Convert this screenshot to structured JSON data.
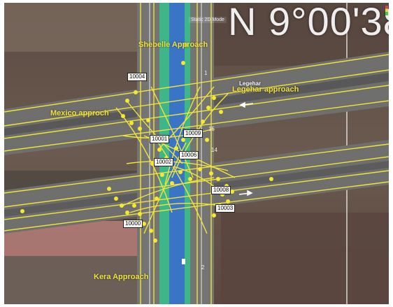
{
  "header": {
    "coordinate": "N 9°00'38",
    "mode_label": "Static 2D Mode"
  },
  "approaches": {
    "north": "Shebelle Approach",
    "east": "Legehar approach",
    "west": "Mexico approch",
    "south": "Kera Approach"
  },
  "street_label": "Legehar",
  "link_boxes": [
    "10004",
    "10009",
    "10001",
    "10006",
    "10002",
    "10008",
    "10003",
    "10000"
  ],
  "link_numbers": [
    "1",
    "15",
    "14",
    "2"
  ],
  "icons": {
    "signal": "signal-icon",
    "arrow": "direction-arrow-icon"
  },
  "colors": {
    "road": "#6f6f6d",
    "link": "#f2e43a",
    "median_green": "#3fb58a",
    "median_blue": "#3a74c4"
  }
}
